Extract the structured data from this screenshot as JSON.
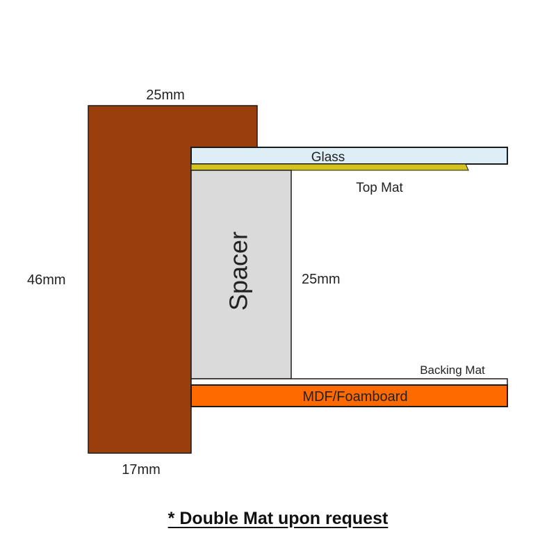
{
  "diagram": {
    "frame_width_top": "25mm",
    "frame_height": "46mm",
    "frame_width_bottom": "17mm",
    "spacer_depth": "25mm",
    "layers": {
      "glass": "Glass",
      "top_mat": "Top Mat",
      "spacer": "Spacer",
      "backing_mat": "Backing Mat",
      "backing_board": "MDF/Foamboard"
    }
  },
  "colors": {
    "frame": "#9A3F0B",
    "glass": "#DDEEF6",
    "top_mat": "#D4C21E",
    "spacer": "#DADADA",
    "backing_board": "#FF6A00",
    "outline": "#1A1A1A"
  },
  "footnote": "* Double Mat upon request"
}
